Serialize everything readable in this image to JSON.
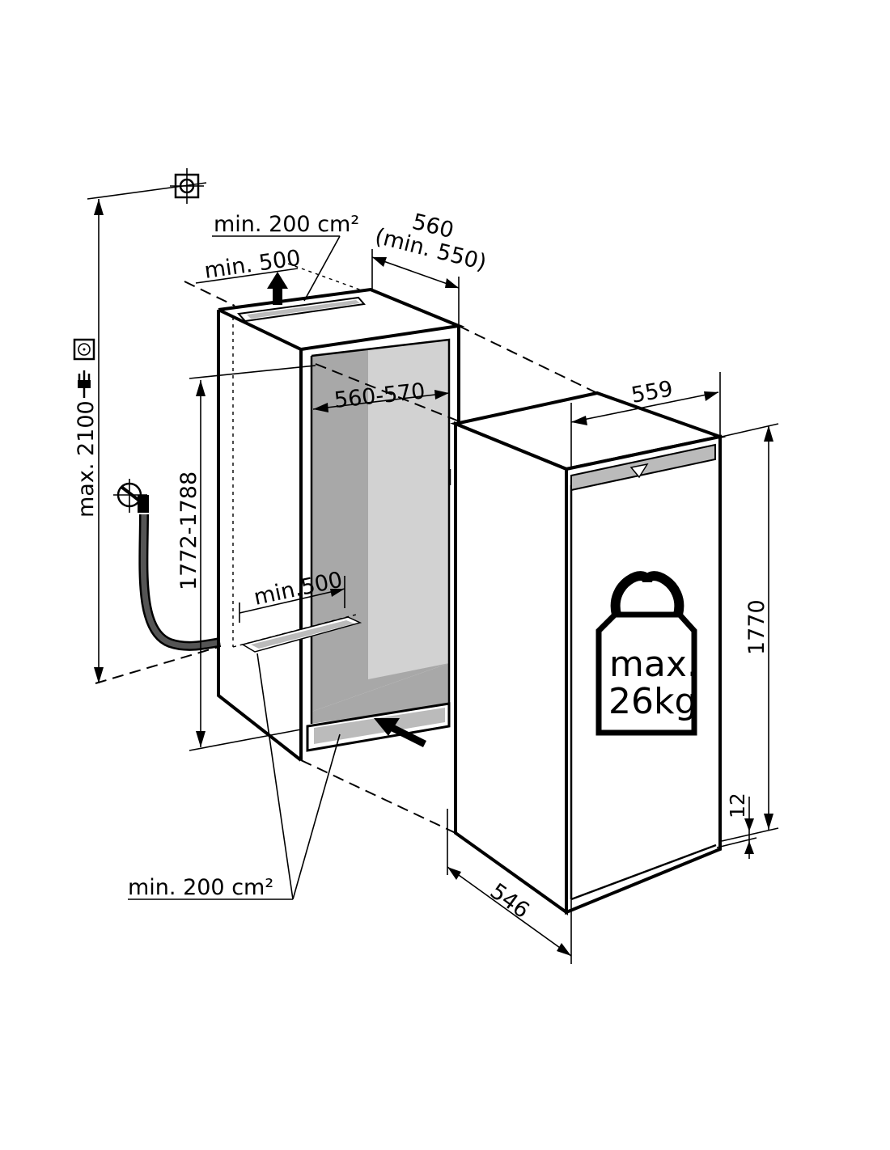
{
  "colors": {
    "niche_inner_back": "#a8a8a8",
    "niche_inner_side": "#d2d2d2",
    "line": "#000000",
    "background": "#ffffff"
  },
  "icons": [
    "wall-anchor-icon",
    "power-socket-icon",
    "power-plug-icon",
    "water-tap-icon",
    "weight-icon"
  ],
  "labels": {
    "vent_top_area": "min. 200 cm²",
    "vent_top_depth": "min. 500",
    "niche_depth": "560",
    "niche_depth_min": "(min. 550)",
    "niche_width": "560-570",
    "niche_height": "1772-1788",
    "max_height": "max. 2100",
    "vent_bottom_depth": "min.500",
    "vent_bottom_area": "min. 200 cm²",
    "appliance_width": "559",
    "appliance_height": "1770",
    "appliance_depth": "546",
    "plinth_offset": "12",
    "door_weight_line1": "max.",
    "door_weight_line2": "26kg"
  }
}
